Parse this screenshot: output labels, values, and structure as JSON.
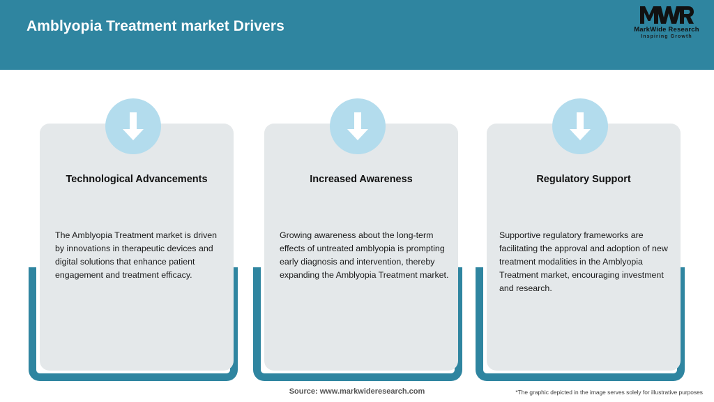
{
  "header": {
    "title": "Amblyopia Treatment market Drivers",
    "background_color": "#2f85a0",
    "title_color": "#ffffff"
  },
  "logo": {
    "mark": "MWR",
    "name": "MarkWide Research",
    "tagline": "Inspiring Growth"
  },
  "cards": [
    {
      "icon": "down-arrow-icon",
      "title": "Technological Advancements",
      "body": "The Amblyopia Treatment market is driven by innovations in therapeutic devices and digital solutions that enhance patient engagement and treatment efficacy."
    },
    {
      "icon": "down-arrow-icon",
      "title": "Increased Awareness",
      "body": "Growing awareness about the long-term effects of untreated amblyopia is prompting early diagnosis and intervention, thereby expanding the Amblyopia Treatment market."
    },
    {
      "icon": "down-arrow-icon",
      "title": "Regulatory Support",
      "body": "Supportive regulatory frameworks are facilitating the approval and adoption of new treatment modalities in the Amblyopia Treatment market, encouraging investment and research."
    }
  ],
  "footer": {
    "source": "Source: www.markwideresearch.com",
    "disclaimer": "*The graphic depicted in the image serves solely for illustrative purposes"
  },
  "colors": {
    "teal": "#2f85a0",
    "badge_blue": "#b3dced",
    "panel_gray": "#e4e8ea",
    "page_background": "#ffffff"
  }
}
